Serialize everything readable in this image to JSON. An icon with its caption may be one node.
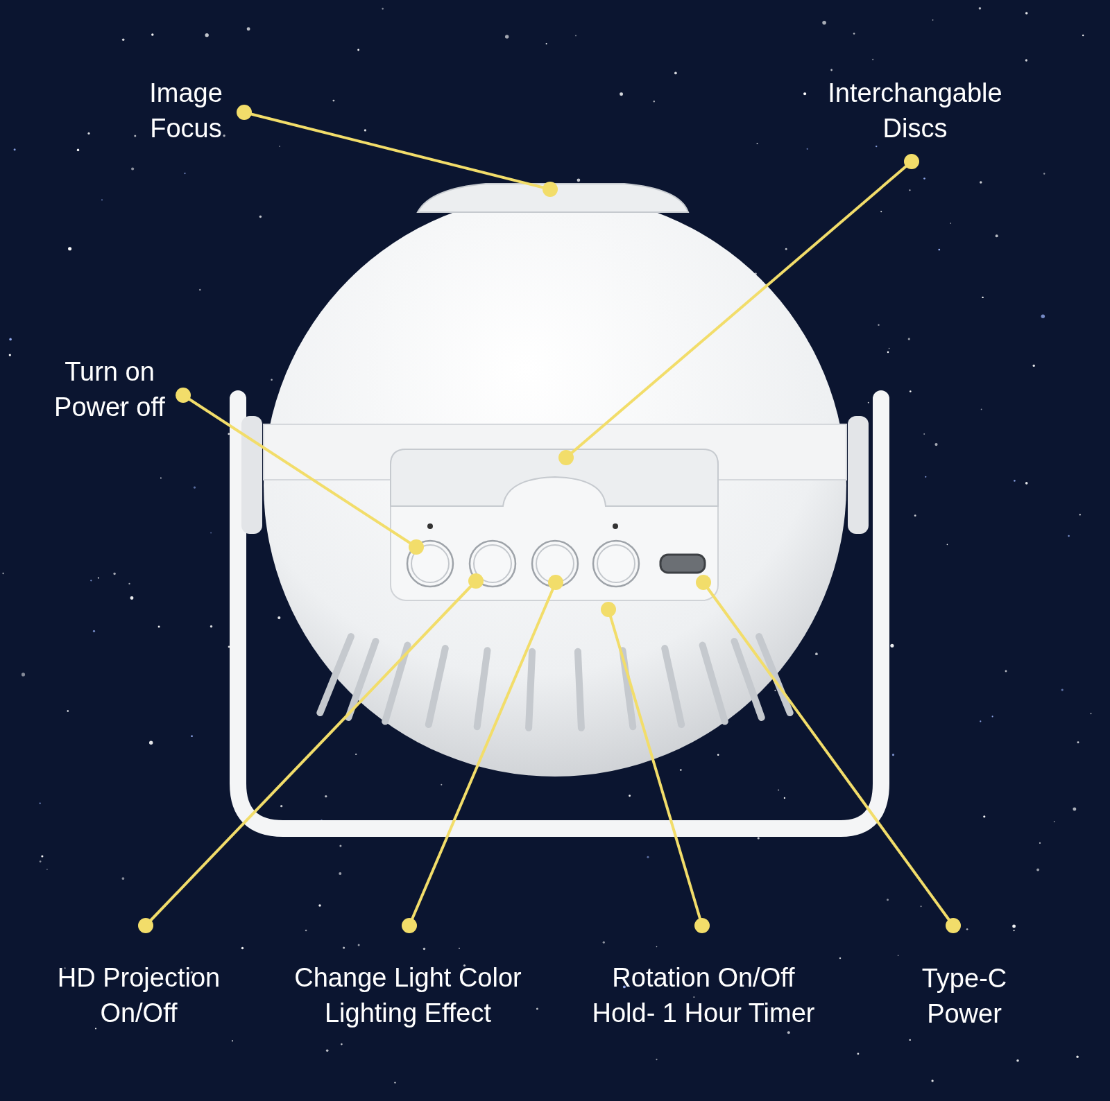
{
  "diagram": {
    "nodes": [
      {
        "text": [
          "Image Focus"
        ]
      },
      {
        "text": [
          "Interchangable Discs"
        ]
      },
      {
        "text": [
          "Turn on Power off"
        ]
      },
      {
        "text": [
          "HD Projection On/Off"
        ]
      },
      {
        "text": [
          "Change Light Color Lighting Effect"
        ]
      },
      {
        "text": [
          "Rotation On/Off Hold- 1 Hour Timer"
        ]
      },
      {
        "text": [
          "Type-C Power"
        ]
      },
      {
        "text": [],
        "shape": "picture"
      },
      {
        "text": [],
        "shape": "picture"
      },
      {
        "text": [],
        "shape": "circle"
      },
      {
        "text": [],
        "shape": "circle"
      },
      {
        "text": [],
        "shape": "circle"
      },
      {
        "text": [],
        "shape": "circle"
      },
      {
        "text": [],
        "shape": "box"
      }
    ],
    "edges": [
      {
        "from": 0,
        "to": 7,
        "arrow": "other"
      },
      {
        "from": 1,
        "to": 8,
        "arrow": "other"
      },
      {
        "from": 2,
        "to": 9,
        "arrow": "other"
      },
      {
        "from": 3,
        "to": 10,
        "arrow": "other"
      },
      {
        "from": 4,
        "to": 11,
        "arrow": "other"
      },
      {
        "from": 5,
        "to": 12,
        "arrow": "other"
      },
      {
        "from": 6,
        "to": 13,
        "arrow": "other"
      }
    ]
  }
}
